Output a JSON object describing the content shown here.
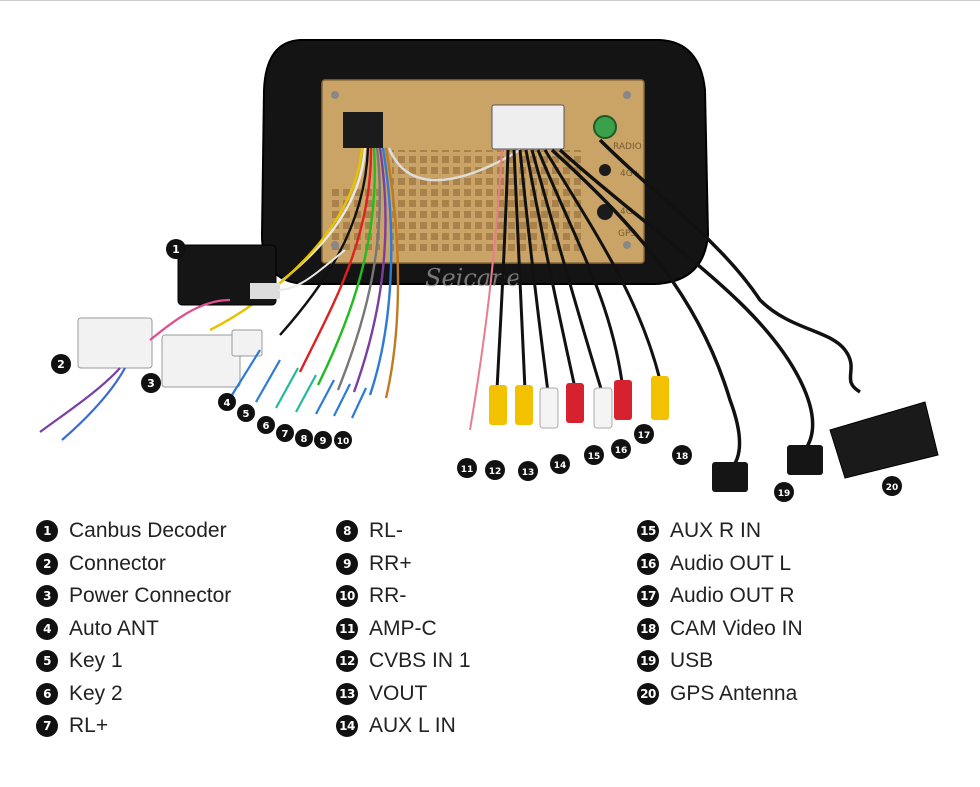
{
  "brand": "Seicane",
  "unit_labels": {
    "radio": "RADIO",
    "band_4g": "4G+",
    "band_4g_2": "4G",
    "gps": "GPS"
  },
  "callouts": [
    "1",
    "2",
    "3",
    "4",
    "5",
    "6",
    "7",
    "8",
    "9",
    "10",
    "11",
    "12",
    "13",
    "14",
    "15",
    "16",
    "17",
    "18",
    "19",
    "20"
  ],
  "legend": {
    "columns": [
      [
        {
          "num": "1",
          "label": "Canbus Decoder"
        },
        {
          "num": "2",
          "label": "Connector"
        },
        {
          "num": "3",
          "label": "Power Connector"
        },
        {
          "num": "4",
          "label": "Auto ANT"
        },
        {
          "num": "5",
          "label": "Key 1"
        },
        {
          "num": "6",
          "label": "Key 2"
        },
        {
          "num": "7",
          "label": "RL+"
        }
      ],
      [
        {
          "num": "8",
          "label": "RL-"
        },
        {
          "num": "9",
          "label": "RR+"
        },
        {
          "num": "10",
          "label": "RR-"
        },
        {
          "num": "11",
          "label": "AMP-C"
        },
        {
          "num": "12",
          "label": "CVBS IN 1"
        },
        {
          "num": "13",
          "label": "VOUT"
        },
        {
          "num": "14",
          "label": "AUX L IN"
        }
      ],
      [
        {
          "num": "15",
          "label": "AUX R IN"
        },
        {
          "num": "16",
          "label": "Audio OUT L"
        },
        {
          "num": "17",
          "label": "Audio OUT R"
        },
        {
          "num": "18",
          "label": "CAM Video IN"
        },
        {
          "num": "19",
          "label": "USB"
        },
        {
          "num": "20",
          "label": "GPS Antenna"
        }
      ]
    ]
  },
  "colors": {
    "plate": "#c9a466",
    "bezel": "#141414",
    "rca_yellow": "#f2c200",
    "rca_red": "#d6222e",
    "rca_white": "#f4f4f4",
    "badge": "#111111"
  }
}
